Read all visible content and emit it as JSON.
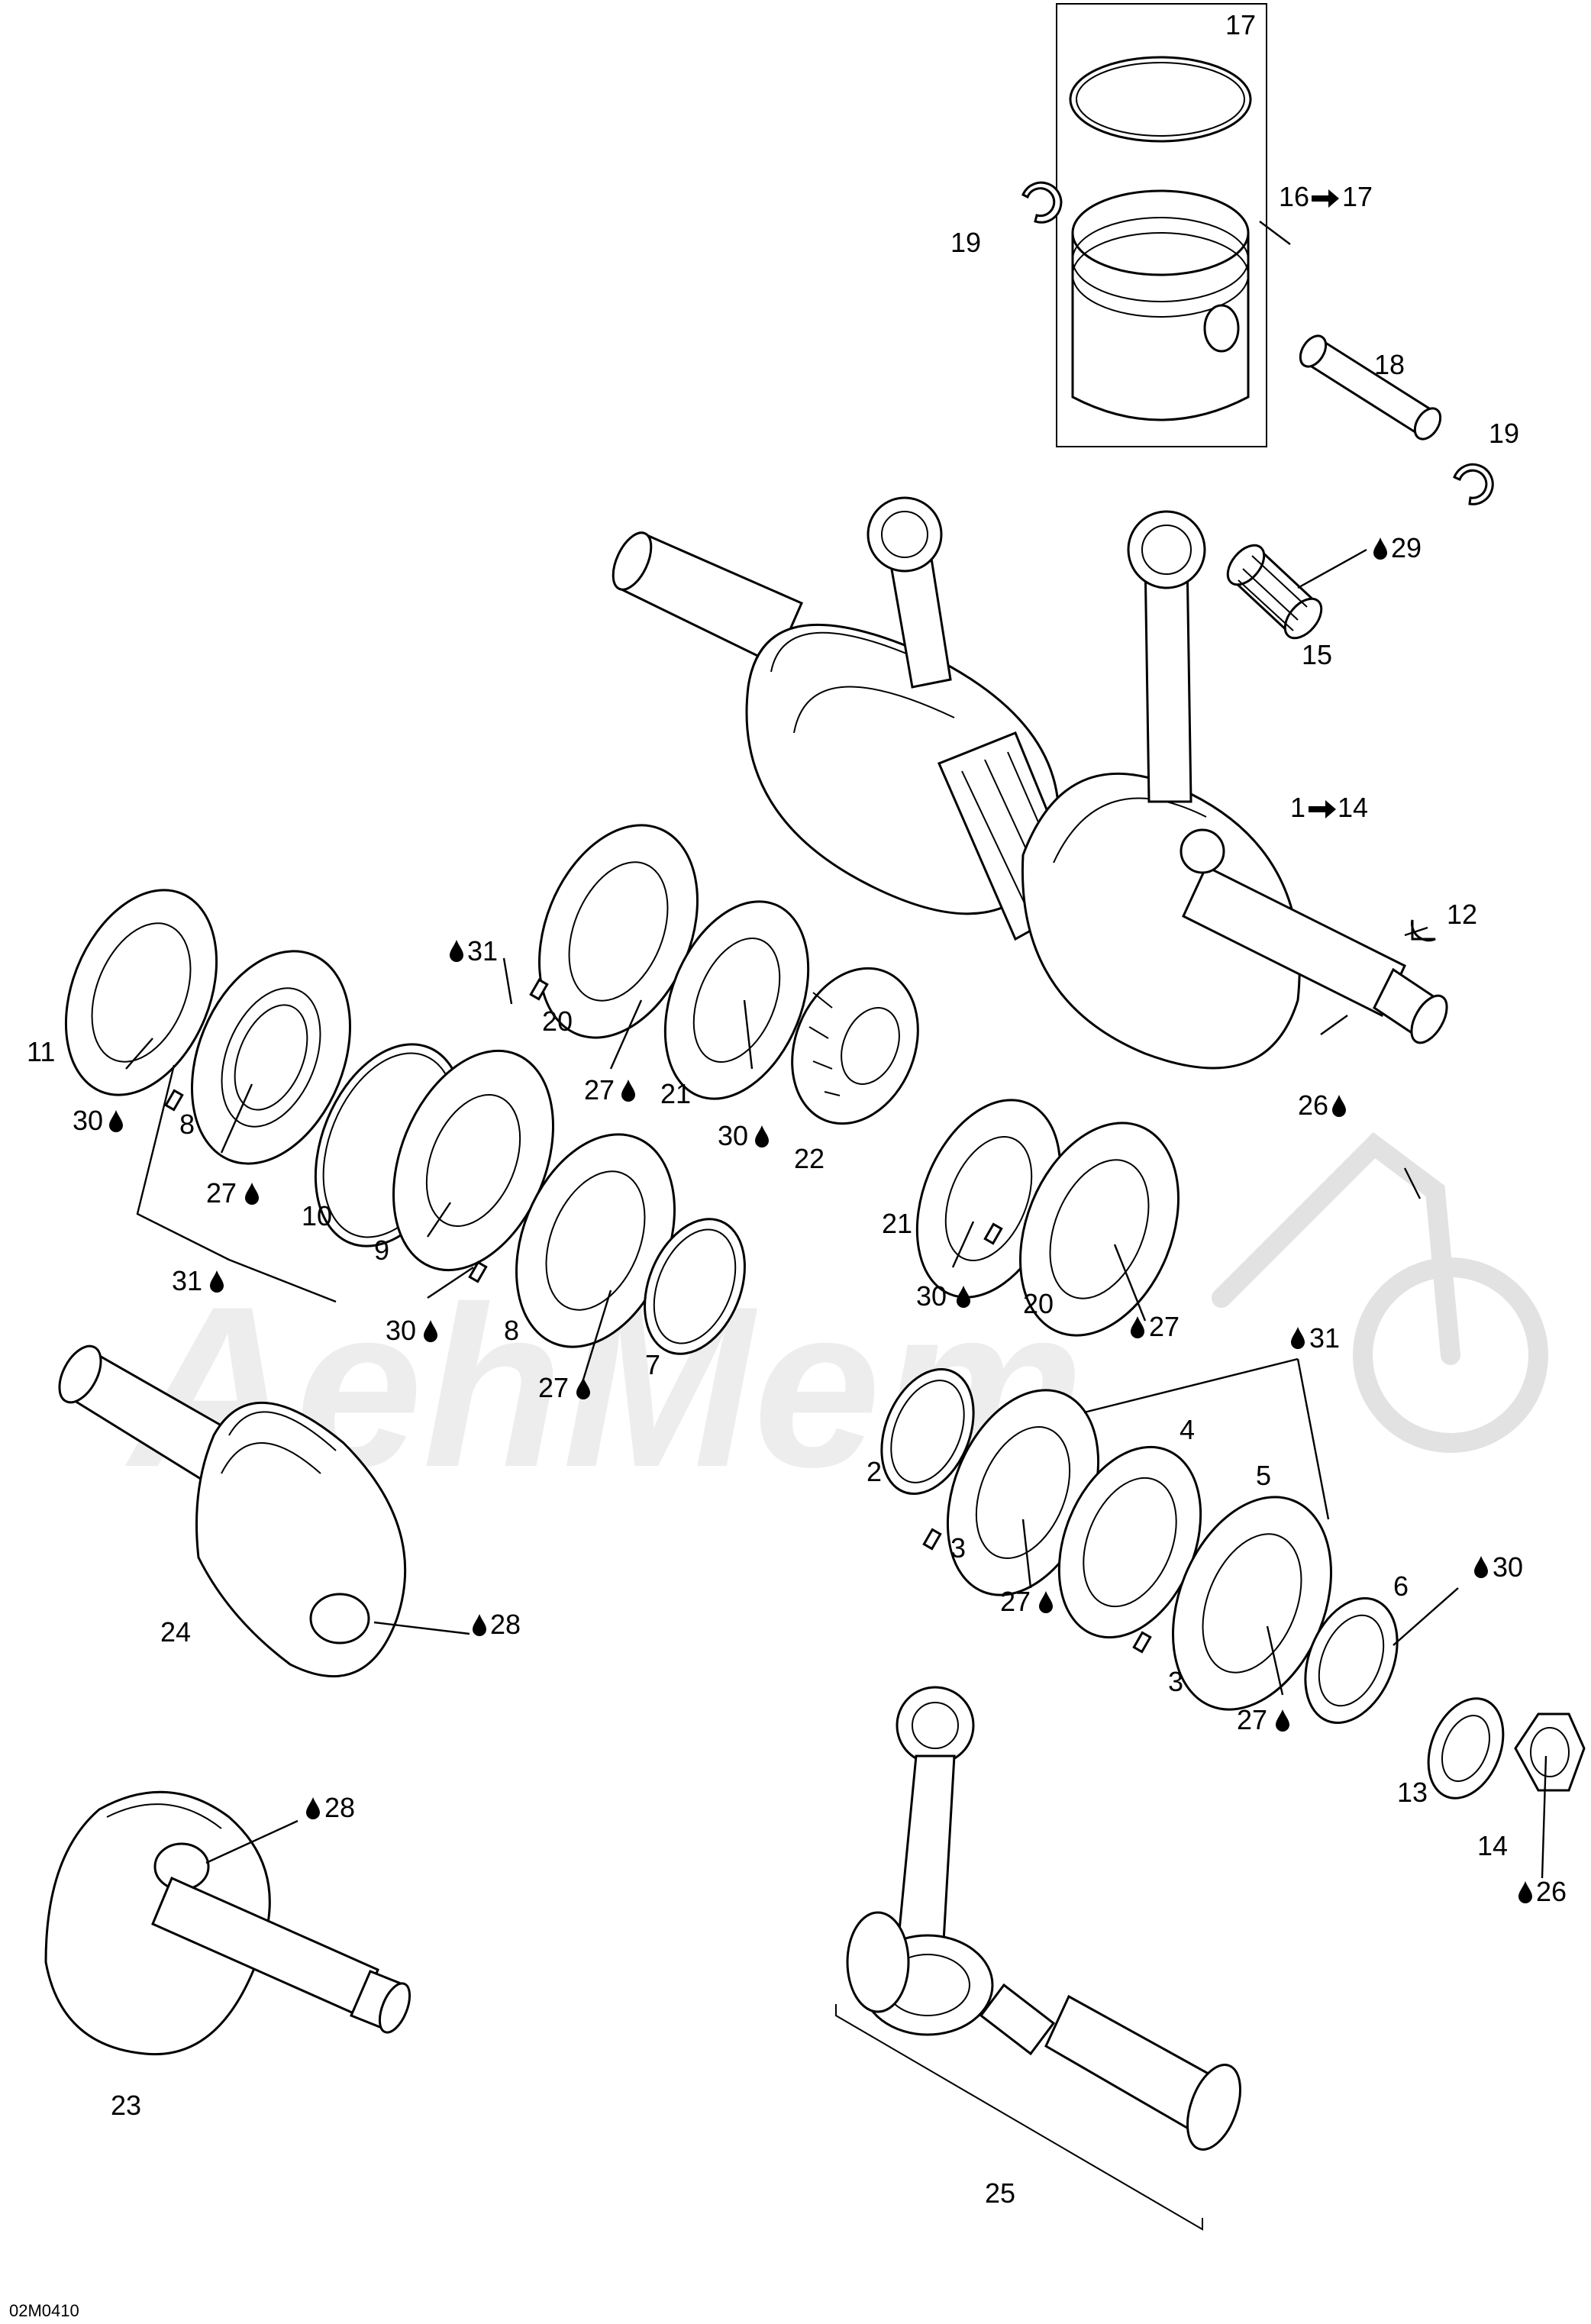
{
  "diagram_code": "02M0410",
  "watermark": "AehMem",
  "icons": {
    "lubricant": "oil-drop-icon",
    "arrow": "right-arrow-icon"
  },
  "labels": {
    "p1": "1",
    "p14_range": "14",
    "p2": "2",
    "p3a": "3",
    "p3b": "3",
    "p4": "4",
    "p5": "5",
    "p6": "6",
    "p7": "7",
    "p8a": "8",
    "p8b": "8",
    "p9": "9",
    "p10": "10",
    "p11": "11",
    "p12": "12",
    "p13": "13",
    "p14": "14",
    "p15": "15",
    "p16": "16",
    "p17_range": "17",
    "p17": "17",
    "p18": "18",
    "p19a": "19",
    "p19b": "19",
    "p20a": "20",
    "p20b": "20",
    "p21a": "21",
    "p21b": "21",
    "p22": "22",
    "p23": "23",
    "p24": "24",
    "p25": "25",
    "p26a": "26",
    "p26b": "26",
    "p27a": "27",
    "p27b": "27",
    "p27c": "27",
    "p27d": "27",
    "p27e": "27",
    "p27f": "27",
    "p28a": "28",
    "p28b": "28",
    "p29": "29",
    "p30a": "30",
    "p30b": "30",
    "p30c": "30",
    "p30d": "30",
    "p30e": "30",
    "p31a": "31",
    "p31b": "31",
    "p31c": "31"
  }
}
